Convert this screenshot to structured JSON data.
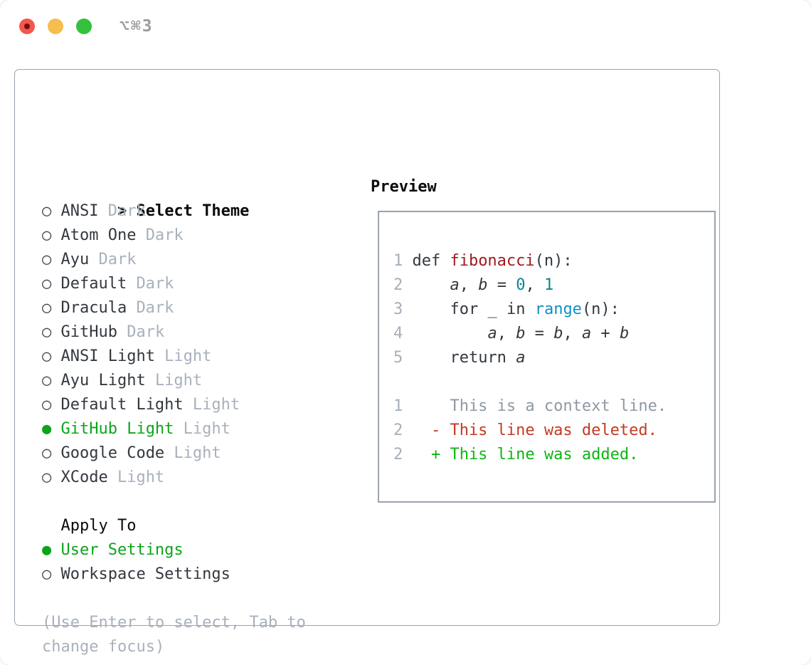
{
  "titlebar": {
    "title": "⌥⌘3",
    "traffic_lights": [
      {
        "name": "close",
        "color": "#f2574e",
        "has_dot": true
      },
      {
        "name": "minimize",
        "color": "#f6bd4f",
        "has_dot": false
      },
      {
        "name": "zoom",
        "color": "#34c13d",
        "has_dot": false
      }
    ]
  },
  "theme_picker": {
    "header_marker": ">",
    "header_label": "Select Theme",
    "markers": {
      "selected": "●",
      "unselected": "○"
    },
    "items": [
      {
        "name": "ANSI",
        "tag": "Dark",
        "selected": false
      },
      {
        "name": "Atom One",
        "tag": "Dark",
        "selected": false
      },
      {
        "name": "Ayu",
        "tag": "Dark",
        "selected": false
      },
      {
        "name": "Default",
        "tag": "Dark",
        "selected": false
      },
      {
        "name": "Dracula",
        "tag": "Dark",
        "selected": false
      },
      {
        "name": "GitHub",
        "tag": "Dark",
        "selected": false
      },
      {
        "name": "ANSI Light",
        "tag": "Light",
        "selected": false
      },
      {
        "name": "Ayu Light",
        "tag": "Light",
        "selected": false
      },
      {
        "name": "Default Light",
        "tag": "Light",
        "selected": false
      },
      {
        "name": "GitHub Light",
        "tag": "Light",
        "selected": true
      },
      {
        "name": "Google Code",
        "tag": "Light",
        "selected": false
      },
      {
        "name": "XCode",
        "tag": "Light",
        "selected": false
      }
    ],
    "apply_to": {
      "label": "Apply To",
      "options": [
        {
          "name": "User Settings",
          "selected": true
        },
        {
          "name": "Workspace Settings",
          "selected": false
        }
      ]
    },
    "help_text": "(Use Enter to select, Tab to change focus)"
  },
  "preview": {
    "title": "Preview",
    "code_lines": [
      {
        "ln": "1",
        "tokens": [
          {
            "t": "def ",
            "c": "kw"
          },
          {
            "t": "fibonacci",
            "c": "fn"
          },
          {
            "t": "(n):",
            "c": "pl"
          }
        ]
      },
      {
        "ln": "2",
        "tokens": [
          {
            "t": "    ",
            "c": "pl"
          },
          {
            "t": "a",
            "c": "var"
          },
          {
            "t": ", ",
            "c": "pl"
          },
          {
            "t": "b",
            "c": "var"
          },
          {
            "t": " = ",
            "c": "pl"
          },
          {
            "t": "0",
            "c": "num"
          },
          {
            "t": ", ",
            "c": "pl"
          },
          {
            "t": "1",
            "c": "num"
          }
        ]
      },
      {
        "ln": "3",
        "tokens": [
          {
            "t": "    ",
            "c": "pl"
          },
          {
            "t": "for",
            "c": "kw"
          },
          {
            "t": " _ ",
            "c": "pl"
          },
          {
            "t": "in",
            "c": "kw"
          },
          {
            "t": " ",
            "c": "pl"
          },
          {
            "t": "range",
            "c": "bi"
          },
          {
            "t": "(n):",
            "c": "pl"
          }
        ]
      },
      {
        "ln": "4",
        "tokens": [
          {
            "t": "        ",
            "c": "pl"
          },
          {
            "t": "a",
            "c": "var"
          },
          {
            "t": ", ",
            "c": "pl"
          },
          {
            "t": "b",
            "c": "var"
          },
          {
            "t": " = ",
            "c": "pl"
          },
          {
            "t": "b",
            "c": "var"
          },
          {
            "t": ", ",
            "c": "pl"
          },
          {
            "t": "a",
            "c": "var"
          },
          {
            "t": " + ",
            "c": "pl"
          },
          {
            "t": "b",
            "c": "var"
          }
        ]
      },
      {
        "ln": "5",
        "tokens": [
          {
            "t": "    ",
            "c": "pl"
          },
          {
            "t": "return",
            "c": "kw"
          },
          {
            "t": " ",
            "c": "pl"
          },
          {
            "t": "a",
            "c": "var"
          }
        ]
      }
    ],
    "diff_lines": [
      {
        "ln": "1",
        "text": "    This is a context line.",
        "type": "context"
      },
      {
        "ln": "2",
        "text": "  - This line was deleted.",
        "type": "deleted"
      },
      {
        "ln": "2",
        "text": "  + This line was added.",
        "type": "added"
      }
    ]
  },
  "colors": {
    "selection_green": "#0da41b",
    "added_green": "#0cb512",
    "deleted_red": "#c43a22",
    "context_gray": "#8f98a3",
    "function_red": "#9c1b1e",
    "number_teal": "#0a8689",
    "builtin_blue": "#1090c9",
    "muted_gray": "#a9b1bc",
    "text_dark": "#33383f",
    "frame_gray": "#9aa3ad",
    "titlebar_gray": "#9b9ba1"
  }
}
